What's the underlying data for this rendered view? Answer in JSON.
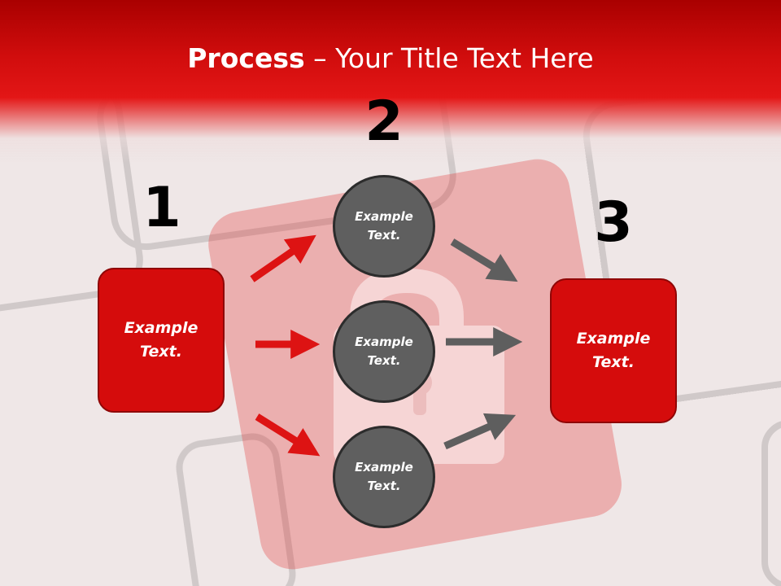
{
  "slide": {
    "title_bold": "Process",
    "title_rest": " – Your Title Text Here"
  },
  "steps": {
    "step1": {
      "number": "1",
      "line1": "Example",
      "line2": "Text."
    },
    "step2": {
      "number": "2"
    },
    "step3": {
      "number": "3",
      "line1": "Example",
      "line2": "Text."
    }
  },
  "circles": [
    {
      "line1": "Example",
      "line2": "Text."
    },
    {
      "line1": "Example",
      "line2": "Text."
    },
    {
      "line1": "Example",
      "line2": "Text."
    }
  ],
  "colors": {
    "accent_red": "#d50c0c",
    "arrow_red": "#dd1313",
    "circle_gray": "#5f5f5f",
    "arrow_gray": "#5e5e5e"
  }
}
